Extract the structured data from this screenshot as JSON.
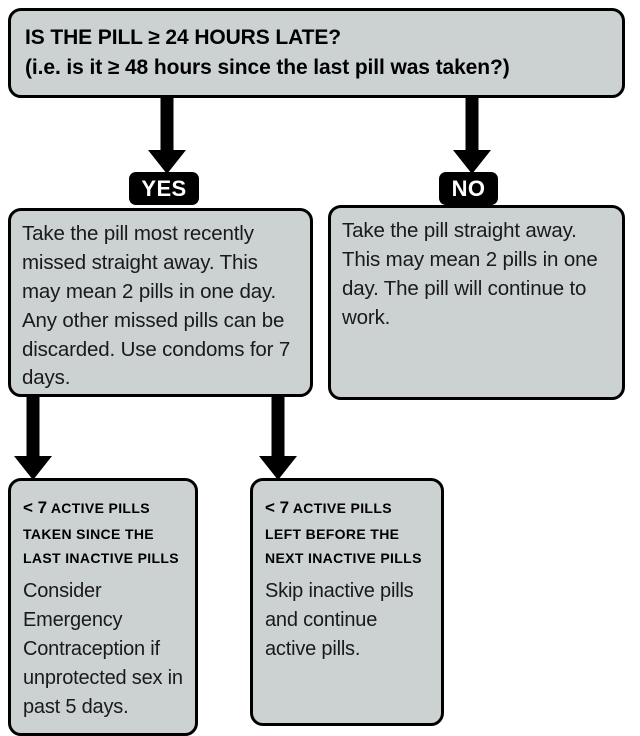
{
  "diagram": {
    "title": "Missed combined oral contraceptive pill decision flowchart",
    "colors": {
      "node_fill": "#ccd1d1",
      "node_border": "#000000",
      "badge_fill": "#000000",
      "badge_text": "#ffffff",
      "background": "#ffffff"
    },
    "question": {
      "line1": "IS THE PILL ≥ 24 HOURS LATE?",
      "line2": "(i.e. is it ≥ 48 hours since the last pill was taken?)"
    },
    "branches": [
      {
        "badge": "YES",
        "text": "Take the pill most recently missed straight away. This may mean 2 pills in one day. Any other missed pills can be discarded. Use condoms for 7 days."
      },
      {
        "badge": "NO",
        "text": "Take the pill straight away. This may mean 2 pills in one day. The pill will continue to work."
      }
    ],
    "outcomes": [
      {
        "heading": "< 7 ACTIVE PILLS TAKEN SINCE THE LAST INACTIVE PILLS",
        "heading_prefix": "< 7",
        "heading_rest": " ACTIVE PILLS TAKEN SINCE THE LAST INACTIVE PILLS",
        "text": "Consider Emergency Contraception if unprotected sex in past 5 days."
      },
      {
        "heading": "< 7 ACTIVE PILLS LEFT BEFORE THE NEXT INACTIVE PILLS",
        "heading_prefix": "< 7",
        "heading_rest": " ACTIVE PILLS LEFT BEFORE THE NEXT INACTIVE PILLS",
        "text": "Skip inactive pills and continue active pills."
      }
    ]
  }
}
